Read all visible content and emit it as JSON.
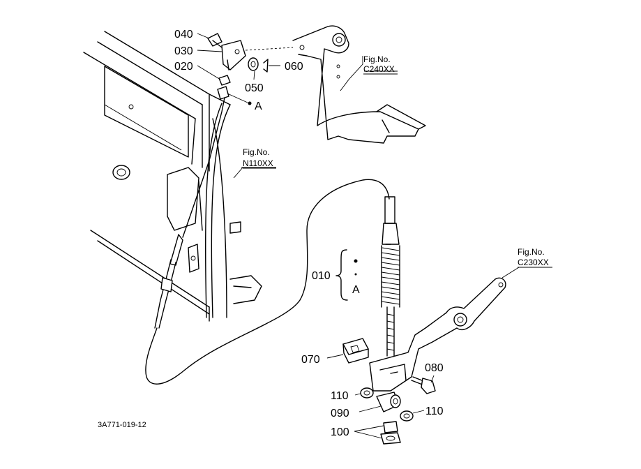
{
  "callouts": {
    "p040": "040",
    "p030": "030",
    "p020": "020",
    "p050": "050",
    "p060": "060",
    "p010": "010",
    "p070": "070",
    "p080": "080",
    "p110a": "110",
    "p090": "090",
    "p110b": "110",
    "p100": "100"
  },
  "refs": {
    "fig_c240_title": "Fig.No.",
    "fig_c240_code": "C240XX",
    "fig_n110_title": "Fig.No.",
    "fig_n110_code": "N110XX",
    "fig_c230_title": "Fig.No.",
    "fig_c230_code": "C230XX"
  },
  "markers": {
    "a_top": "A",
    "a_bracket": "A"
  },
  "footer": {
    "drawing_no": "3A771-019-12"
  }
}
